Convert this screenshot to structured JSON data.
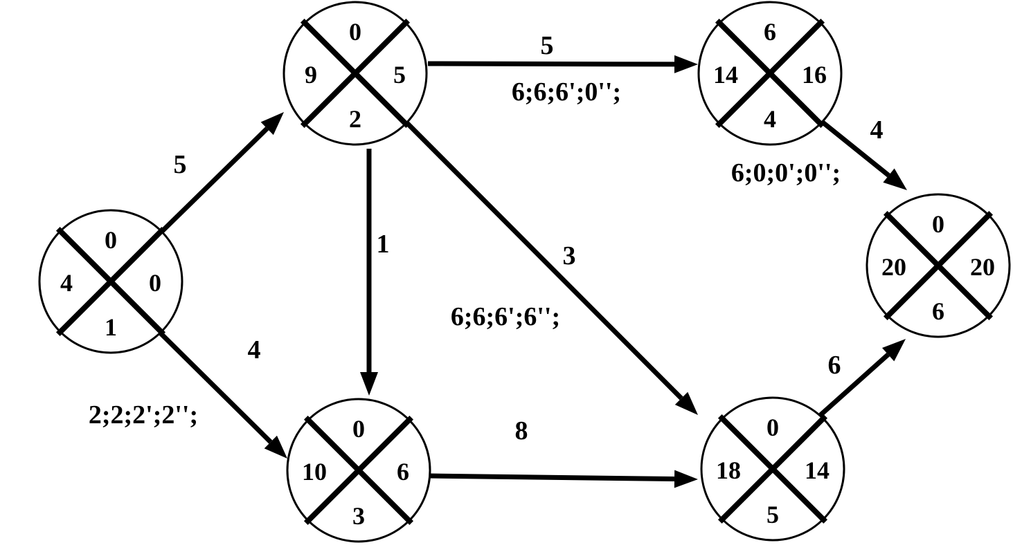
{
  "diagram": {
    "nodes": {
      "n1": {
        "top": "0",
        "left": "4",
        "right": "0",
        "bottom": "1"
      },
      "n2": {
        "top": "0",
        "left": "9",
        "right": "5",
        "bottom": "2"
      },
      "n3": {
        "top": "0",
        "left": "10",
        "right": "6",
        "bottom": "3"
      },
      "n4": {
        "top": "6",
        "left": "14",
        "right": "16",
        "bottom": "4"
      },
      "n5": {
        "top": "0",
        "left": "18",
        "right": "14",
        "bottom": "5"
      },
      "n6": {
        "top": "0",
        "left": "20",
        "right": "20",
        "bottom": "6"
      }
    },
    "edges": {
      "e12": {
        "weight": "5"
      },
      "e13": {
        "weight": "4",
        "params": "2;2;2';2'';"
      },
      "e24": {
        "weight": "5",
        "params": "6;6;6';0'';"
      },
      "e23": {
        "weight": "1"
      },
      "e25": {
        "weight": "3",
        "params": "6;6;6';6'';"
      },
      "e35": {
        "weight": "8"
      },
      "e46": {
        "weight": "4",
        "params": "6;0;0';0'';"
      },
      "e56": {
        "weight": "6"
      }
    },
    "colors": {
      "stroke": "#000000",
      "background": "#ffffff"
    }
  }
}
